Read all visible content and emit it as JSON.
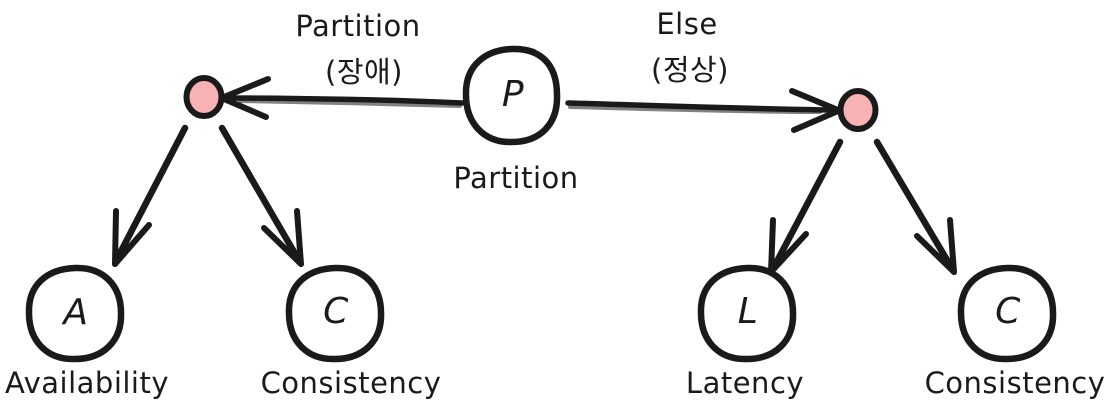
{
  "diagram": {
    "title": "PACELC theorem hand-drawn diagram",
    "style": "hand-drawn sketch",
    "background_color": "#ffffff",
    "ink_color": "#1a1a1a",
    "accent_color": "#f7b3b3",
    "accent_stroke_color": "#1a1a1a"
  },
  "root_node": {
    "letter": "P",
    "caption": "Partition"
  },
  "branches": [
    {
      "id": "partition-branch",
      "label_line1": "Partition",
      "label_line2": "(장애)",
      "direction": "left",
      "children": [
        {
          "letter": "A",
          "caption": "Availability"
        },
        {
          "letter": "C",
          "caption": "Consistency"
        }
      ]
    },
    {
      "id": "else-branch",
      "label_line1": "Else",
      "label_line2": "(정상)",
      "direction": "right",
      "children": [
        {
          "letter": "L",
          "caption": "Latency"
        },
        {
          "letter": "C",
          "caption": "Consistency"
        }
      ]
    }
  ],
  "junctions": [
    {
      "id": "left-junction",
      "color": "#f7b3b3"
    },
    {
      "id": "right-junction",
      "color": "#f7b3b3"
    }
  ]
}
